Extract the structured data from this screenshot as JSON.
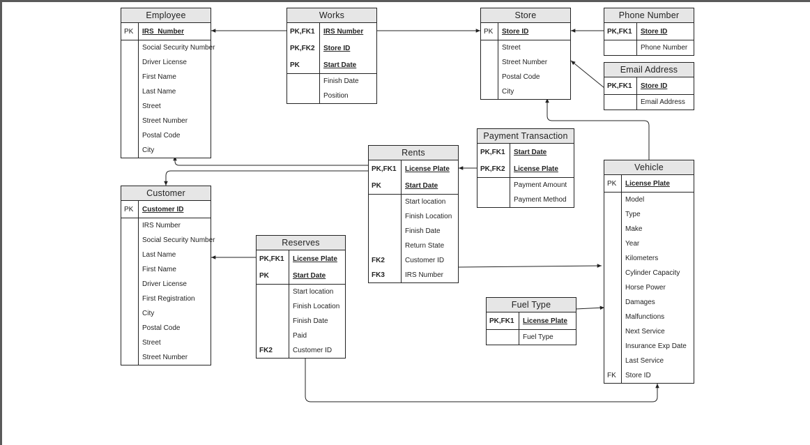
{
  "entities": {
    "employee": {
      "title": "Employee",
      "pk": [
        {
          "k": "PK",
          "n": "IRS_Number"
        }
      ],
      "attrs": [
        {
          "k": "",
          "n": "Social Security Number"
        },
        {
          "k": "",
          "n": "Driver License"
        },
        {
          "k": "",
          "n": "First Name"
        },
        {
          "k": "",
          "n": "Last Name"
        },
        {
          "k": "",
          "n": "Street"
        },
        {
          "k": "",
          "n": "Street Number"
        },
        {
          "k": "",
          "n": "Postal Code"
        },
        {
          "k": "",
          "n": "City"
        }
      ]
    },
    "works": {
      "title": "Works",
      "pk": [
        {
          "k": "PK,FK1",
          "n": "IRS Number"
        },
        {
          "k": "PK,FK2",
          "n": "Store ID"
        },
        {
          "k": "PK",
          "n": "Start Date"
        }
      ],
      "attrs": [
        {
          "k": "",
          "n": "Finish Date"
        },
        {
          "k": "",
          "n": "Position"
        }
      ]
    },
    "store": {
      "title": "Store",
      "pk": [
        {
          "k": "PK",
          "n": "Store ID"
        }
      ],
      "attrs": [
        {
          "k": "",
          "n": "Street"
        },
        {
          "k": "",
          "n": "Street Number"
        },
        {
          "k": "",
          "n": "Postal Code"
        },
        {
          "k": "",
          "n": "City"
        }
      ]
    },
    "phone_number": {
      "title": "Phone Number",
      "pk": [
        {
          "k": "PK,FK1",
          "n": "Store ID"
        }
      ],
      "attrs": [
        {
          "k": "",
          "n": "Phone Number"
        }
      ]
    },
    "email_address": {
      "title": "Email Address",
      "pk": [
        {
          "k": "PK,FK1",
          "n": "Store ID"
        }
      ],
      "attrs": [
        {
          "k": "",
          "n": "Email Address"
        }
      ]
    },
    "payment_transaction": {
      "title": "Payment Transaction",
      "pk": [
        {
          "k": "PK,FK1",
          "n": "Start Date"
        },
        {
          "k": "PK,FK2",
          "n": "License Plate"
        }
      ],
      "attrs": [
        {
          "k": "",
          "n": "Payment Amount"
        },
        {
          "k": "",
          "n": "Payment Method"
        }
      ]
    },
    "rents": {
      "title": "Rents",
      "pk": [
        {
          "k": "PK,FK1",
          "n": "License Plate"
        },
        {
          "k": "PK",
          "n": "Start Date"
        }
      ],
      "attrs": [
        {
          "k": "",
          "n": "Start location"
        },
        {
          "k": "",
          "n": "Finish Location"
        },
        {
          "k": "",
          "n": "Finish Date"
        },
        {
          "k": "",
          "n": "Return State"
        },
        {
          "k": "FK2",
          "n": "Customer ID"
        },
        {
          "k": "FK3",
          "n": "IRS Number"
        }
      ]
    },
    "vehicle": {
      "title": "Vehicle",
      "pk": [
        {
          "k": "PK",
          "n": "License Plate"
        }
      ],
      "attrs": [
        {
          "k": "",
          "n": "Model"
        },
        {
          "k": "",
          "n": "Type"
        },
        {
          "k": "",
          "n": "Make"
        },
        {
          "k": "",
          "n": "Year"
        },
        {
          "k": "",
          "n": "Kilometers"
        },
        {
          "k": "",
          "n": "Cylinder Capacity"
        },
        {
          "k": "",
          "n": "Horse Power"
        },
        {
          "k": "",
          "n": "Damages"
        },
        {
          "k": "",
          "n": "Malfunctions"
        },
        {
          "k": "",
          "n": "Next Service"
        },
        {
          "k": "",
          "n": "Insurance Exp Date"
        },
        {
          "k": "",
          "n": "Last Service"
        },
        {
          "k": "FK",
          "n": "Store ID"
        }
      ]
    },
    "customer": {
      "title": "Customer",
      "pk": [
        {
          "k": "PK",
          "n": "Customer ID"
        }
      ],
      "attrs": [
        {
          "k": "",
          "n": "IRS Number"
        },
        {
          "k": "",
          "n": "Social Security Number"
        },
        {
          "k": "",
          "n": "Last Name"
        },
        {
          "k": "",
          "n": "First Name"
        },
        {
          "k": "",
          "n": "Driver License"
        },
        {
          "k": "",
          "n": "First Registration"
        },
        {
          "k": "",
          "n": "City"
        },
        {
          "k": "",
          "n": "Postal Code"
        },
        {
          "k": "",
          "n": "Street"
        },
        {
          "k": "",
          "n": "Street Number"
        }
      ]
    },
    "reserves": {
      "title": "Reserves",
      "pk": [
        {
          "k": "PK,FK1",
          "n": "License Plate"
        },
        {
          "k": "PK",
          "n": "Start Date"
        }
      ],
      "attrs": [
        {
          "k": "",
          "n": "Start location"
        },
        {
          "k": "",
          "n": "Finish Location"
        },
        {
          "k": "",
          "n": "Finish Date"
        },
        {
          "k": "",
          "n": "Paid"
        },
        {
          "k": "FK2",
          "n": "Customer ID"
        }
      ]
    },
    "fuel_type": {
      "title": "Fuel Type",
      "pk": [
        {
          "k": "PK,FK1",
          "n": "License Plate"
        }
      ],
      "attrs": [
        {
          "k": "",
          "n": "Fuel Type"
        }
      ]
    }
  },
  "relationships": [
    {
      "from": "works",
      "to": "employee"
    },
    {
      "from": "works",
      "to": "store"
    },
    {
      "from": "phone_number",
      "to": "store"
    },
    {
      "from": "email_address",
      "to": "store"
    },
    {
      "from": "vehicle",
      "to": "store"
    },
    {
      "from": "rents",
      "to": "employee"
    },
    {
      "from": "rents",
      "to": "customer"
    },
    {
      "from": "payment_transaction",
      "to": "rents"
    },
    {
      "from": "rents",
      "to": "vehicle"
    },
    {
      "from": "reserves",
      "to": "customer"
    },
    {
      "from": "fuel_type",
      "to": "vehicle"
    },
    {
      "from": "reserves",
      "to": "vehicle"
    }
  ]
}
